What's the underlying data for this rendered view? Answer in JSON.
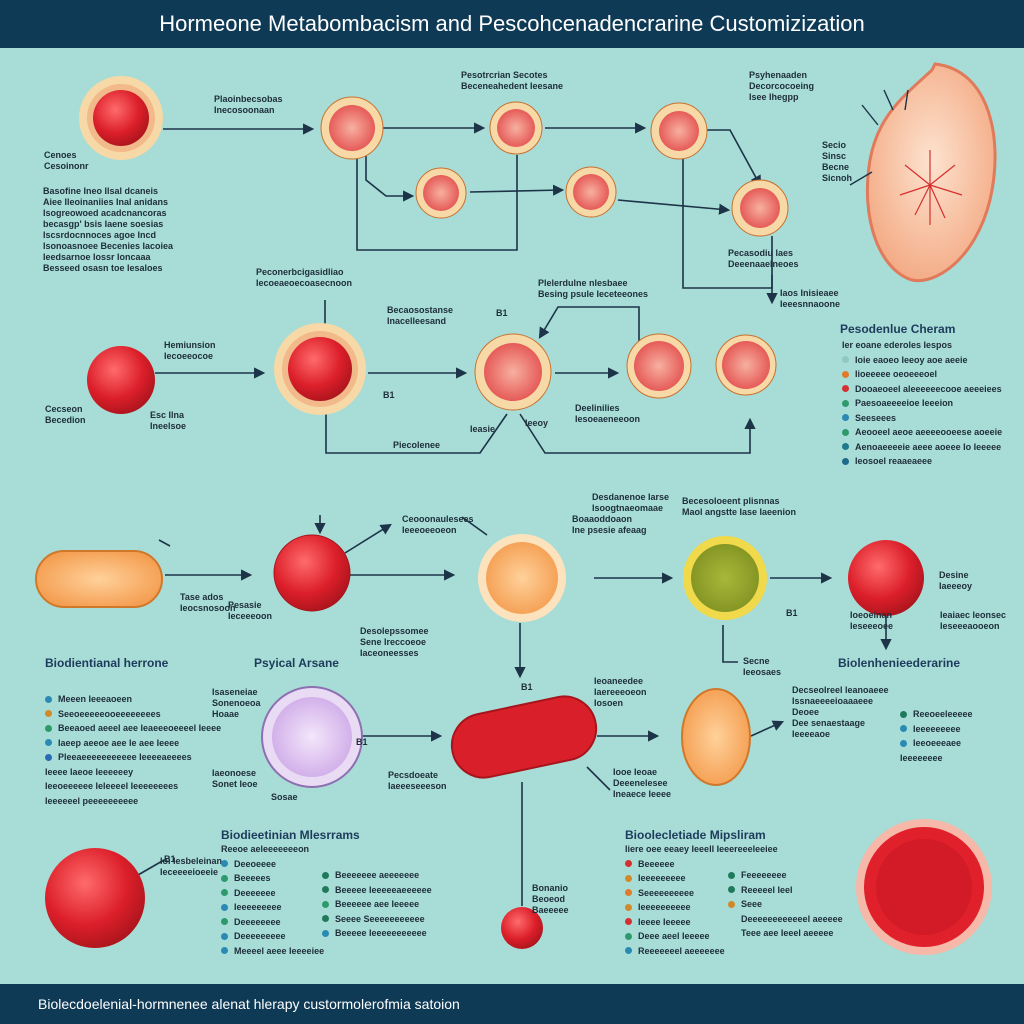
{
  "title": "Hormeone Metabombacism and Pescohcenadencrarine Customizization",
  "footer": "Biolecdoelenial-hormnenee alenat hlerapy custormolerofmia satoion",
  "labels": [
    {
      "text": "Cenoes\nCesoinonr"
    },
    {
      "text": "Plaoinbecsobas\nInecosoonaan"
    },
    {
      "text": "Pesotrcrian Secotes\nBeceneahedent Ieesane"
    },
    {
      "text": "Psyhenaaden\nDecorcocoeing\nIsee Ihegpp"
    },
    {
      "text": "Secio\nSinsc\nBecne\nSicnoh"
    },
    {
      "text": "Basofine Ineo Ilsal dcaneis\nAiee Ileoinaniies Inal anidans\nIsogreowoed acadcnancoras\nbecasgp' bsis Iaene soesias\nIscsrdocnnoces agoe Incd\nIsonoasnoee Becenies Iacoiea\nIeedsarnoe Iossr Ioncaaa\nBesseed osasn toe Iesaloes"
    },
    {
      "text": "Pecasodiu laes\nDeeenaaelneoes"
    },
    {
      "text": "Iaos Inisieaee\nIeeesnnaoone"
    },
    {
      "text": "Peconerbcigasidliao\nIecoeaeoecoasecnoon"
    },
    {
      "text": "Plelerdulne nlesbaee\nBesing psule Ieceteeones"
    },
    {
      "text": "Hemiunsion\nIecoeeocoe"
    },
    {
      "text": "Cecseon\nBecedion"
    },
    {
      "text": "Esc Ilna\nIneelsoe"
    },
    {
      "text": "Becaosostanse\nInacelleesand"
    },
    {
      "text": "Piecolenee"
    },
    {
      "text": "Ieasie"
    },
    {
      "text": "Ieeoy"
    },
    {
      "text": "Deelinilies\nIesoeaeneeoon"
    },
    {
      "text": "Desolepssomee\nSene Ireccoeoe\nIaceoneesses"
    },
    {
      "text": "Tase ados\nIeocsnosoon"
    },
    {
      "text": "Pesasie\nIeceeeoon"
    },
    {
      "text": "Ceooonaulesees\nIeeeoeeoeon"
    },
    {
      "text": "Boaaoddoaon\nIne psesie afeaag"
    },
    {
      "text": "Desdanenoe Iarse\nIsoogtnaeomaae"
    },
    {
      "text": "Becesoloeent plisnnas\nMaol angstte Iase Iaeenion"
    },
    {
      "text": "Desine\nIaeeeoy"
    },
    {
      "text": "Secne\nIeeosaes"
    },
    {
      "text": "Ieoaneedee\nIaereeeoeon\nIosoen"
    },
    {
      "text": "Isaseneiae\nSonenoeoa\nHoaae"
    },
    {
      "text": "Iaeonoese\nSonet Ieoe"
    },
    {
      "text": "Sosae"
    },
    {
      "text": "Pecsdoeate\nIaeeeseeeson"
    },
    {
      "text": "Iooe Ieoae\nDeeenelesee\nIneaece Ieeee"
    },
    {
      "text": "Decseolreel leanoaeee\nIssnaeeeeioaaaeee\nDeoee\nDee senaestaage\nIeeeeaoe"
    },
    {
      "text": "Bonanio\nBeoeod\nBaeeeee"
    },
    {
      "text": "Ioi Iesbeleinan\nIeceeeeioeeie"
    },
    {
      "text": "Ieaiaec leonsec\nIeseeeaooeon"
    },
    {
      "text": "Ioeoeinan\nIeseeeoee"
    }
  ],
  "headings": [
    {
      "text": "Biodientianal herrone"
    },
    {
      "text": "Psyical Arsane"
    },
    {
      "text": "Biolenhenieederarine"
    },
    {
      "text": "Pesodenlue Cheram"
    },
    {
      "text": "Biodieetinian Mlesrrams"
    },
    {
      "text": "Bioolecletiade Mipsliram"
    }
  ],
  "small_marks": [
    {
      "text": "B1"
    },
    {
      "text": "B1"
    },
    {
      "text": "B1"
    },
    {
      "text": "B1"
    },
    {
      "text": "B1"
    },
    {
      "text": "B1"
    }
  ],
  "legends": {
    "legend_upper_right": {
      "subtitle": "Ier eoane ederoles Iespos",
      "items": [
        {
          "text": "Ioie eaoeo Ieeoy aoe aeeie",
          "color": "#8ec9c0"
        },
        {
          "text": "Iioeeeee oeoeeeoel",
          "color": "#e07a2a"
        },
        {
          "text": "Dooaeoeel aleeeeeecooe aeeeiees",
          "color": "#d62f2f"
        },
        {
          "text": "Paesoaeeeeioe Ieeeion",
          "color": "#2e9a6c"
        },
        {
          "text": "Seeseees",
          "color": "#2a8ab3"
        },
        {
          "text": "Aeooeel aeoe aeeeeooeese aoeeie",
          "color": "#2e9a6c"
        },
        {
          "text": "Aenoaeeeeie aeee aoeee Io Ieeeee",
          "color": "#1f7a8c"
        },
        {
          "text": "Ieosoel reaaeaeee",
          "color": "#1f6a8a"
        }
      ]
    },
    "legend_left_mid": {
      "items": [
        {
          "text": "Meeen Ieeeaoeen",
          "color": "#2a8ab3"
        },
        {
          "text": "Seeoeeeeeooeeeeeeees",
          "color": "#d08a2a"
        },
        {
          "text": "Beeaoed aeeel aee Ieaeeeoeeeel Ieeee",
          "color": "#2e9a6c"
        },
        {
          "text": "Iaeep aeeoe aee Ie aee Ieeee",
          "color": "#2a8ab3"
        },
        {
          "text": "Pleeaeeeeeeeeeee Ieeeeaeeees",
          "color": "#2a6ab3"
        }
      ],
      "extra": [
        "Ieeee Iaeoe Ieeeeeey",
        "Ieeoeeeeee Ieleeeel Ieeeeeeees",
        "Ieeeeeel peeeeeeeeee"
      ]
    },
    "legend_right_mid": {
      "items": [
        {
          "text": "Reeoeeleeeee",
          "color": "#1f7a5c"
        },
        {
          "text": "Ieeeeeeeee",
          "color": "#2a8ab3"
        },
        {
          "text": "Ieeoeeeaee",
          "color": "#2a8ab3"
        }
      ],
      "extra": [
        "Ieeeeeeee"
      ]
    },
    "legend_bottom_left_a": {
      "subtitle": "Reeoe aeleeeeeeeon",
      "items": [
        {
          "text": "Deeoeeee",
          "color": "#2a8ab3"
        },
        {
          "text": "Beeeees",
          "color": "#2e9a6c"
        },
        {
          "text": "Deeeeeee",
          "color": "#2e9a6c"
        },
        {
          "text": "Ieeeeeeeee",
          "color": "#2a8ab3"
        },
        {
          "text": "Deeeeeeee",
          "color": "#2e9a6c"
        },
        {
          "text": "Deeeeeeeee",
          "color": "#2a8ab3"
        },
        {
          "text": "Meeeel aeee Ieeeeiee",
          "color": "#2a8ab3"
        }
      ]
    },
    "legend_bottom_left_b": {
      "items": [
        {
          "text": "Beeeeeee aeeeeeee",
          "color": "#1f7a5c"
        },
        {
          "text": "Beeeee Ieeeeeaeeeeee",
          "color": "#1f7a5c"
        },
        {
          "text": "Beeeeee aee Ieeeee",
          "color": "#2e9a6c"
        },
        {
          "text": "Seeee Seeeeeeeeeee",
          "color": "#1f7a5c"
        },
        {
          "text": "Beeeee Ieeeeeeeeeee",
          "color": "#2a8ab3"
        }
      ]
    },
    "legend_bottom_right_a": {
      "subtitle": "Iiere oee eeaey Ieeell Ieeereeeleeiee",
      "items": [
        {
          "text": "Beeeeee",
          "color": "#d62f2f"
        },
        {
          "text": "Ieeeeeeeee",
          "color": "#d08a2a"
        },
        {
          "text": "Seeeeeeeeee",
          "color": "#e07a2a"
        },
        {
          "text": "Ieeeeeeeeee",
          "color": "#d08a2a"
        },
        {
          "text": "Ieeee Ieeeee",
          "color": "#d62f2f"
        },
        {
          "text": "Deee aeel Ieeeee",
          "color": "#2e9a6c"
        },
        {
          "text": "Reeeeeeel aeeeeeee",
          "color": "#2a8ab3"
        }
      ]
    },
    "legend_bottom_right_b": {
      "items": [
        {
          "text": "Feeeeeeee",
          "color": "#1f7a5c"
        },
        {
          "text": "Reeeeel Ieel",
          "color": "#1f7a5c"
        },
        {
          "text": "Seee",
          "color": "#d08a2a"
        },
        {
          "text": "Deeeeeeeeeeeel aeeeee",
          "color": ""
        },
        {
          "text": "Teee aee Ieeel aeeeee",
          "color": ""
        }
      ]
    }
  },
  "colors": {
    "background": "#a8dcd6",
    "bar": "#0f3a56",
    "arrow": "#1c3348",
    "red_cell": "#d9202a",
    "cell_rim": "#f6d9a6"
  }
}
